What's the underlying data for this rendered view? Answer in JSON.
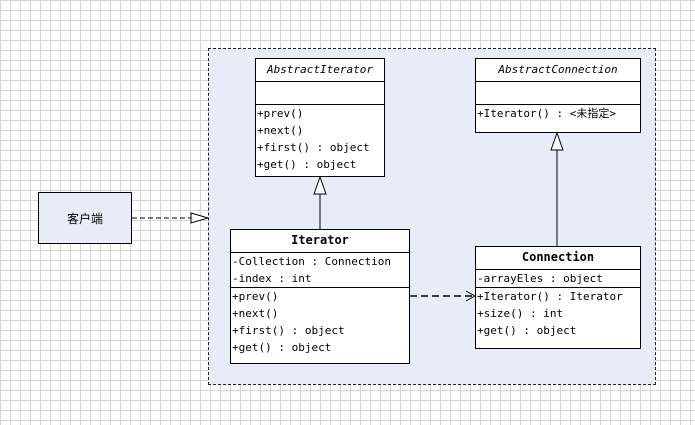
{
  "client": {
    "label": "客户端"
  },
  "classes": {
    "abstract_iterator": {
      "name": "AbstractIterator",
      "attributes": [],
      "methods": [
        "+prev()",
        "+next()",
        "+first() : object",
        "+get() : object"
      ]
    },
    "abstract_connection": {
      "name": "AbstractConnection",
      "attributes": [],
      "methods": [
        "+Iterator() : <未指定>"
      ]
    },
    "iterator": {
      "name": "Iterator",
      "attributes": [
        "-Collection : Connection",
        "-index : int"
      ],
      "methods": [
        "+prev()",
        "+next()",
        "+first() : object",
        "+get() : object"
      ]
    },
    "connection": {
      "name": "Connection",
      "attributes": [
        "-arrayEles : object"
      ],
      "methods": [
        "+Iterator() : Iterator",
        "+size() : int",
        "+get() : object"
      ]
    }
  }
}
